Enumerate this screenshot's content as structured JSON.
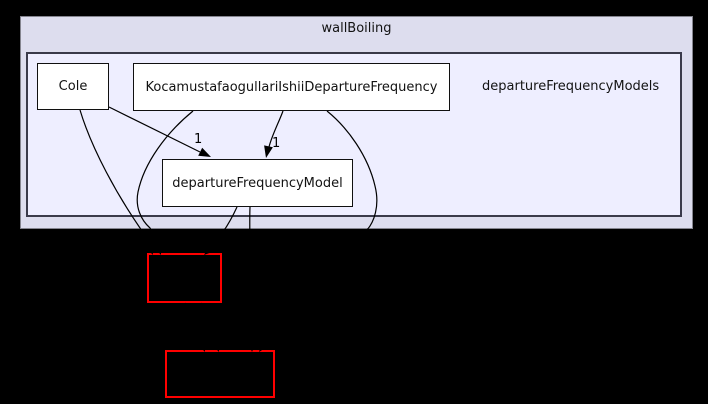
{
  "diagram": {
    "kind": "directory-dependency-graph",
    "outer_cluster": {
      "label": "wallBoiling",
      "fill": "#ddddee"
    },
    "inner_cluster": {
      "label": "departureFrequencyModels",
      "fill": "#eeeeff"
    },
    "nodes": {
      "cole": {
        "label": "Cole"
      },
      "kocamustafa": {
        "label": "KocamustafaogullariIshiiDepartureFrequency"
      },
      "departure_frequency_model": {
        "label": "departureFrequencyModel"
      },
      "external_1": {
        "label": ""
      },
      "external_2": {
        "label": ""
      }
    },
    "edge_labels": {
      "cole_to_model": "1",
      "kocamustafa_to_model": "1"
    },
    "colors": {
      "page_background": "#000000",
      "node_fill": "#ffffff",
      "node_border": "#000000",
      "external_node_border": "#ff0000",
      "edge": "#000000",
      "inner_cluster_border": "#3a3a4a",
      "text": "#000000"
    }
  }
}
